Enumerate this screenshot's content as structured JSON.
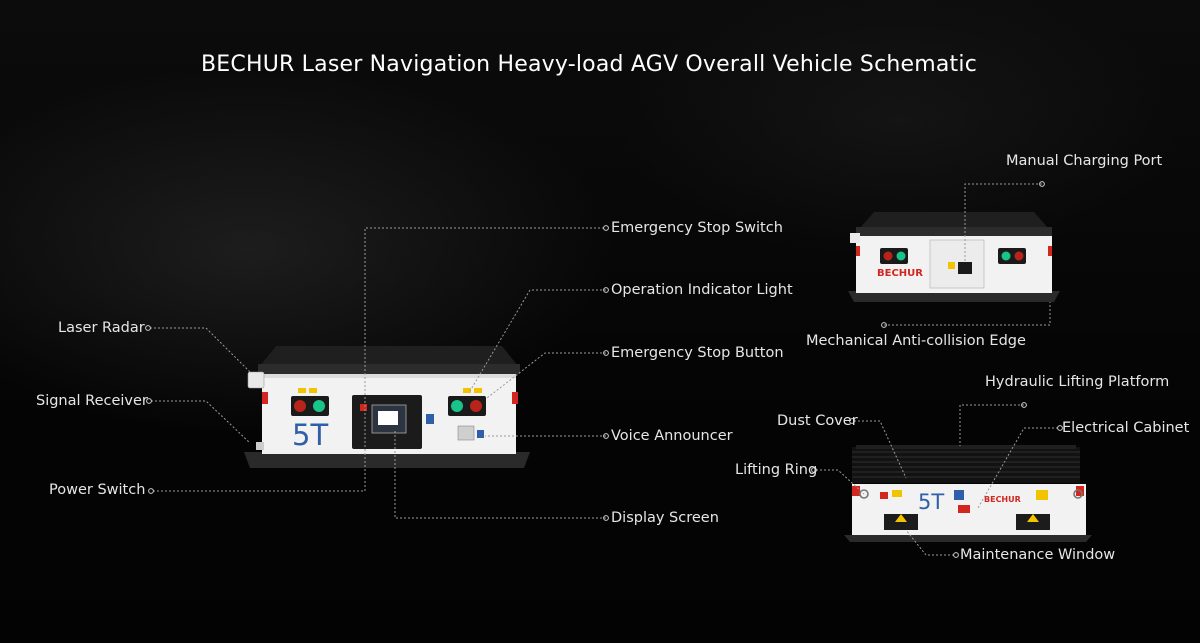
{
  "title": "BECHUR Laser Navigation Heavy-load AGV Overall Vehicle Schematic",
  "labels": {
    "laser_radar": "Laser Radar",
    "signal_receiver": "Signal Receiver",
    "power_switch": "Power Switch",
    "emergency_stop_switch": "Emergency Stop Switch",
    "operation_indicator_light": "Operation Indicator Light",
    "emergency_stop_button": "Emergency Stop Button",
    "voice_announcer": "Voice Announcer",
    "display_screen": "Display Screen",
    "manual_charging_port": "Manual Charging Port",
    "mechanical_anticollision_edge": "Mechanical Anti-collision Edge",
    "hydraulic_lifting_platform": "Hydraulic Lifting Platform",
    "dust_cover": "Dust Cover",
    "electrical_cabinet": "Electrical Cabinet",
    "lifting_ring": "Lifting Ring",
    "maintenance_window": "Maintenance Window"
  },
  "vehicle": {
    "load_mark_main": "5T",
    "load_mark_rear": "5T",
    "brand": "BECHUR"
  },
  "colors": {
    "background": "#050505",
    "body": "#f2f2f2",
    "top_plate": "#1e1e1e",
    "brand_red": "#d2261f",
    "indicator_green": "#18c48a",
    "load_mark_blue": "#2f5fa8"
  }
}
